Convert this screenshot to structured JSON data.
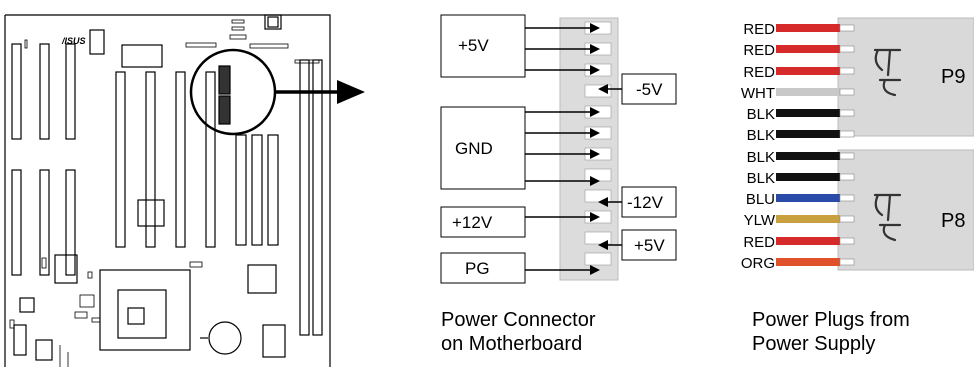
{
  "connector": {
    "labels": {
      "plus5v_top": "+5V",
      "minus5v": "-5V",
      "gnd": "GND",
      "minus12v": "-12V",
      "plus12v": "+12V",
      "plus5v_bottom": "+5V",
      "pg": "PG"
    },
    "caption_line1": "Power Connector",
    "caption_line2": "on Motherboard"
  },
  "plugs": {
    "wires": [
      {
        "label": "RED",
        "color": "#d62a2a"
      },
      {
        "label": "RED",
        "color": "#d62a2a"
      },
      {
        "label": "RED",
        "color": "#d62a2a"
      },
      {
        "label": "WHT",
        "color": "#c8c8c8"
      },
      {
        "label": "BLK",
        "color": "#111111"
      },
      {
        "label": "BLK",
        "color": "#111111"
      },
      {
        "label": "BLK",
        "color": "#111111"
      },
      {
        "label": "BLK",
        "color": "#111111"
      },
      {
        "label": "BLU",
        "color": "#2a4aa8"
      },
      {
        "label": "YLW",
        "color": "#c8a040"
      },
      {
        "label": "RED",
        "color": "#d62a2a"
      },
      {
        "label": "ORG",
        "color": "#e0502a"
      }
    ],
    "plug_labels": [
      "P9",
      "P8"
    ],
    "caption_line1": "Power Plugs from",
    "caption_line2": "Power Supply"
  },
  "motherboard": {
    "brand": "/ISUS"
  }
}
